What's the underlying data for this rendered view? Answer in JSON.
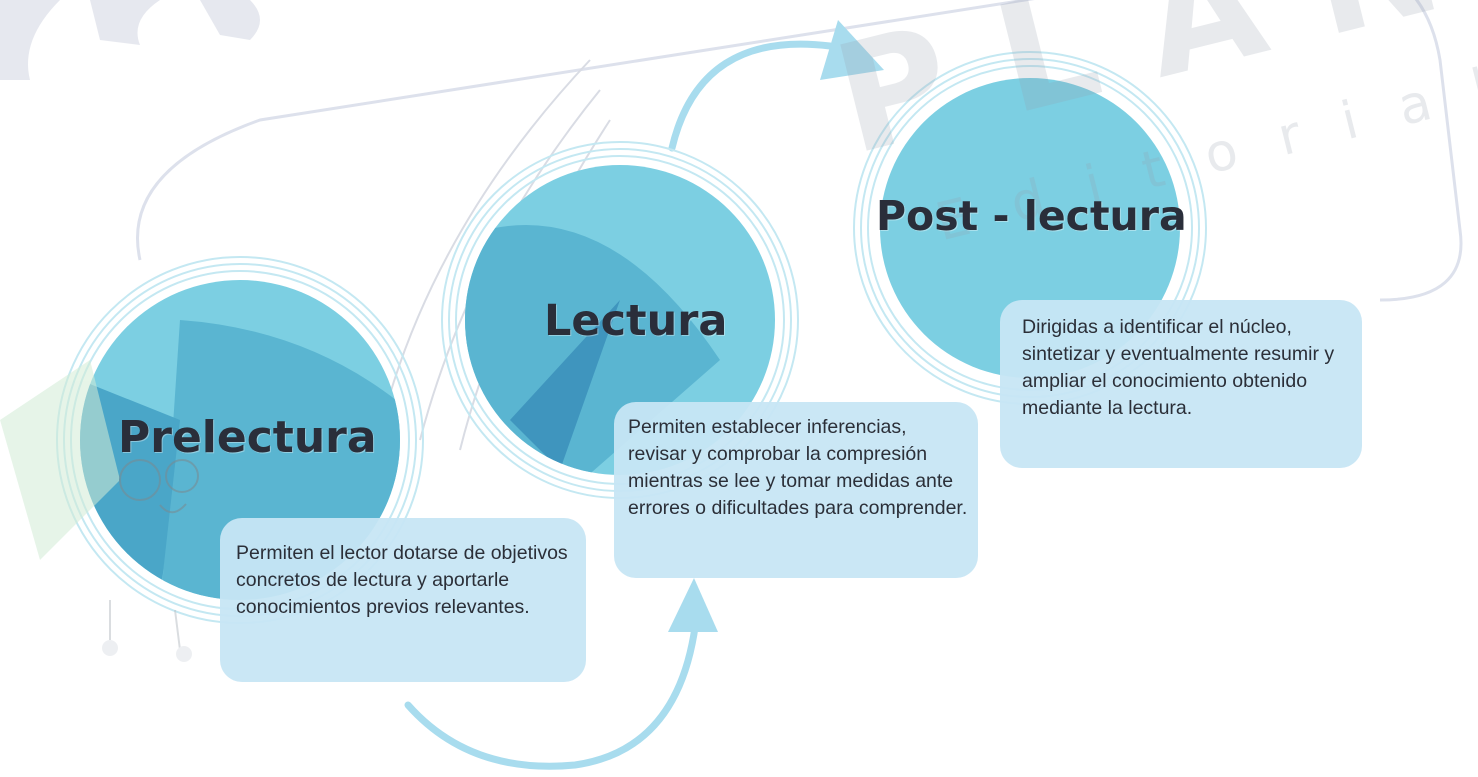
{
  "stages": [
    {
      "title": "Prelectura",
      "description": "Permiten el lector dotarse de objetivos concretos de lectura y aportarle conocimientos previos relevantes."
    },
    {
      "title": "Lectura",
      "description": "Permiten establecer inferencias, revisar y comprobar la compresión mientras se lee y tomar medidas ante errores o dificultades para comprender."
    },
    {
      "title": "Post - lectura",
      "description": "Dirigidas a identificar el núcleo, sintetizar y eventualmente resumir y ampliar el conocimiento obtenido mediante la lectura."
    }
  ],
  "watermark": {
    "brand": "PLANEA",
    "subtitle": "Editorial"
  },
  "colors": {
    "circle_light": "#7ccfe2",
    "circle_mid": "#5ab5d1",
    "circle_dark": "#3f95be",
    "box_fill": "#c7e6f4",
    "arrow": "#9fd7ea",
    "text_dark": "#2a2e3a"
  }
}
